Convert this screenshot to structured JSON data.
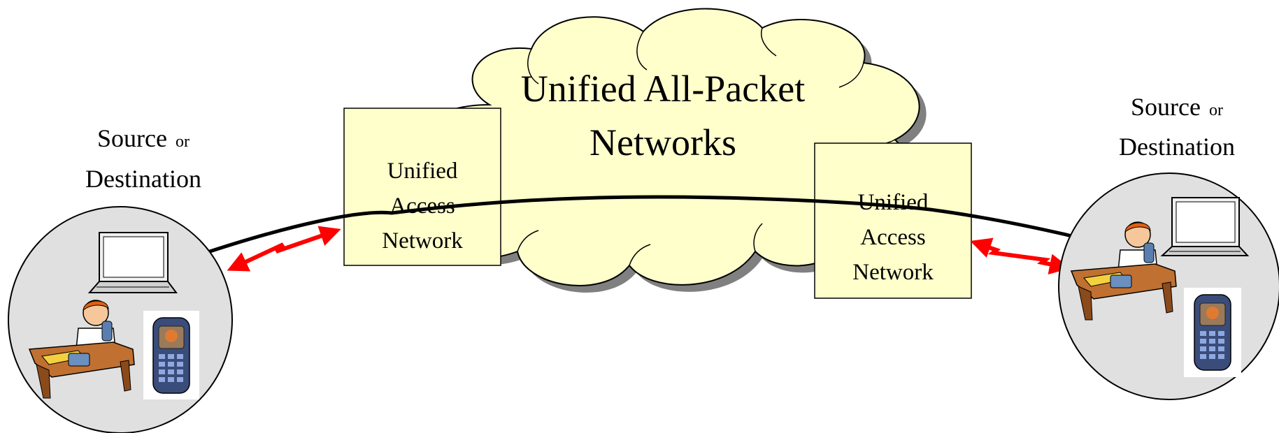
{
  "cloud": {
    "title_line1": "Unified All-Packet",
    "title_line2": "Networks"
  },
  "access_left": {
    "line1": "Unified",
    "line2": "Access",
    "line3": "Network"
  },
  "access_right": {
    "line1": "Unified",
    "line2": "Access",
    "line3": "Network"
  },
  "endpoint_left": {
    "source": "Source",
    "or": "or",
    "destination": "Destination"
  },
  "endpoint_right": {
    "source": "Source",
    "or": "or",
    "destination": "Destination"
  },
  "colors": {
    "cloud_fill": "#FFFFCC",
    "box_fill": "#FFFFCC",
    "endpoint_fill": "#E0E0E0",
    "arrow": "#FF0000",
    "path": "#000000"
  },
  "icons": [
    "laptop-icon",
    "person-phone-icon",
    "mobile-phone-icon"
  ]
}
